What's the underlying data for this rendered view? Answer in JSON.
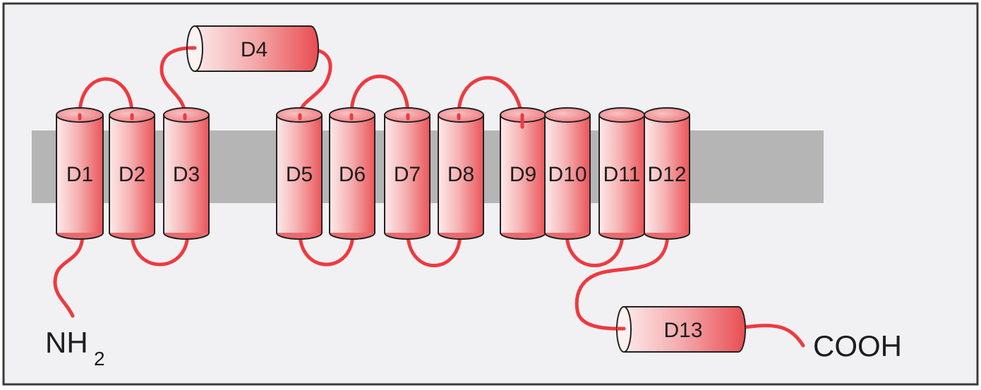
{
  "colors": {
    "background": "#f1f1f3",
    "frame": "#3a3a3a",
    "membrane": "#b5b5b5",
    "helix_light": "#fbe3e3",
    "helix_dark": "#ee5f63",
    "loop": "#ee3a40"
  },
  "segments": [
    {
      "id": "d1",
      "label": "D1"
    },
    {
      "id": "d2",
      "label": "D2"
    },
    {
      "id": "d3",
      "label": "D3"
    },
    {
      "id": "d4",
      "label": "D4"
    },
    {
      "id": "d5",
      "label": "D5"
    },
    {
      "id": "d6",
      "label": "D6"
    },
    {
      "id": "d7",
      "label": "D7"
    },
    {
      "id": "d8",
      "label": "D8"
    },
    {
      "id": "d9",
      "label": "D9"
    },
    {
      "id": "d10",
      "label": "D10"
    },
    {
      "id": "d11",
      "label": "D11"
    },
    {
      "id": "d12",
      "label": "D12"
    },
    {
      "id": "d13",
      "label": "D13"
    }
  ],
  "termini": {
    "n_main": "NH",
    "n_sub": "2",
    "c": "COOH"
  }
}
